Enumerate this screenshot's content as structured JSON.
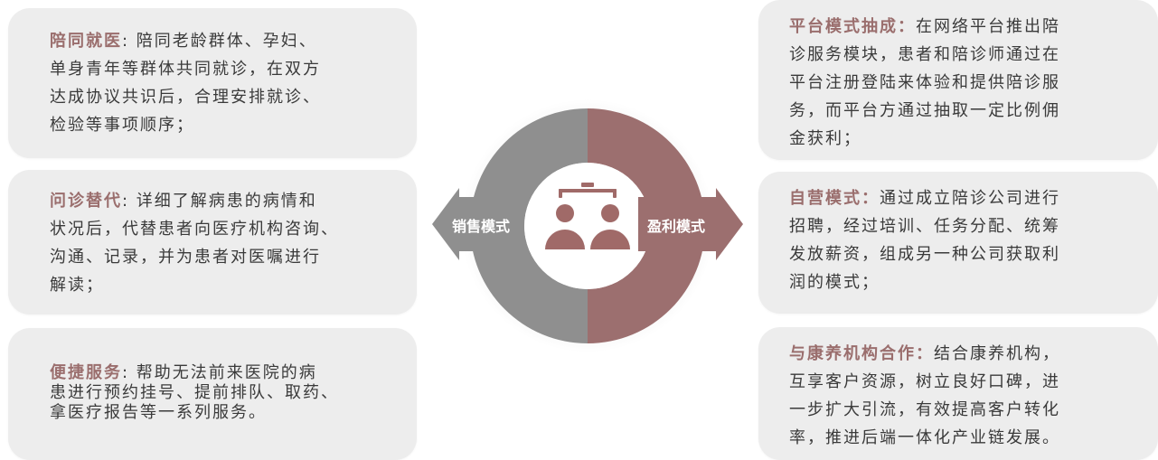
{
  "left_cards": [
    {
      "title": "陪同就医",
      "sep": ": ",
      "lines": [
        "陪同老龄群体、孕妇、",
        "单身青年等群体共同就诊，在双方",
        "达成协议共识后，合理安排就诊、",
        "检验等事项顺序；"
      ]
    },
    {
      "title": "问诊替代",
      "sep": ": ",
      "lines": [
        "详细了解病患的病情和",
        "状况后，代替患者向医疗机构咨询、",
        "沟通、记录，并为患者对医嘱进行",
        "解读；"
      ]
    },
    {
      "title": "便捷服务",
      "sep": ": ",
      "lines": [
        "帮助无法前来医院的病",
        "患进行预约挂号、提前排队、取药、",
        "拿医疗报告等一系列服务。"
      ]
    }
  ],
  "right_cards": [
    {
      "title": "平台模式抽成：",
      "lines": [
        "在网络平台推出陪",
        "诊服务模块，患者和陪诊师通过在",
        "平台注册登陆来体验和提供陪诊服",
        "务，而平台方通过抽取一定比例佣",
        "金获利；"
      ]
    },
    {
      "title": "自营模式：",
      "lines": [
        "通过成立陪诊公司进行",
        "招聘，经过培训、任务分配、统筹",
        "发放薪资，组成另一种公司获取利",
        "润的模式；"
      ]
    },
    {
      "title": "与康养机构合作：",
      "lines": [
        "结合康养机构，",
        "互享客户资源，树立良好口碑，进",
        "一步扩大引流，有效提高客户转化",
        "率，推进后端一体化产业链发展。"
      ]
    }
  ],
  "center": {
    "left_label": "销售模式",
    "right_label": "盈利模式",
    "icon": "people-hierarchy-icon"
  },
  "colors": {
    "card_bg": "#ededed",
    "title": "#9a6e6d",
    "gray_half": "#8f8f8f",
    "rose_half": "#9c6f6f",
    "icon": "#a06a68"
  }
}
